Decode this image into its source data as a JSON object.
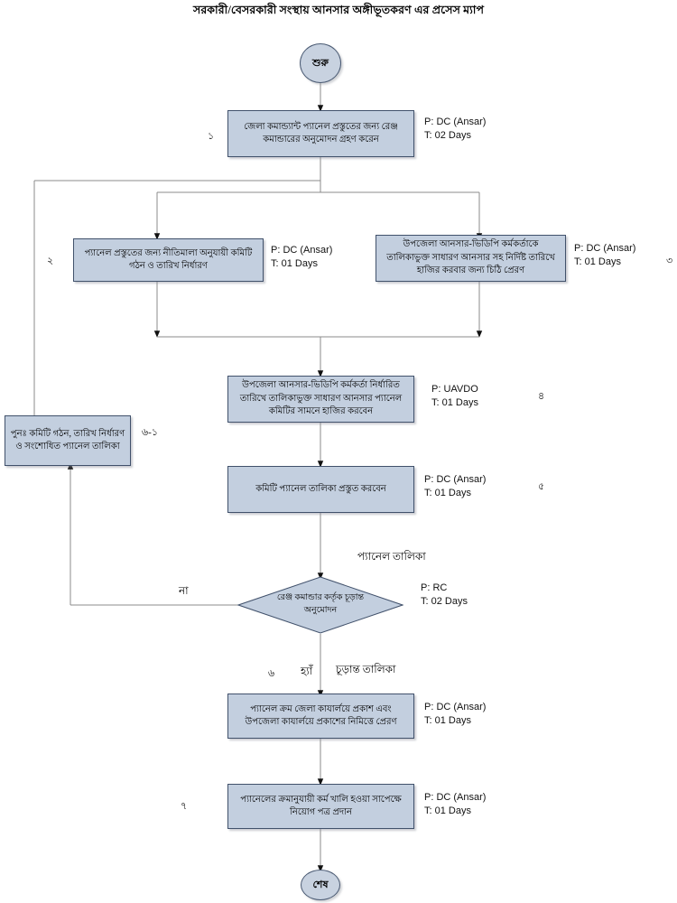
{
  "title": "সরকারী/বেসরকারী সংস্থায় আনসার অঙ্গীভূতকরণ এর প্রসেস ম্যাপ",
  "colors": {
    "node_fill": "#c3cfdf",
    "node_border": "#41516b",
    "line": "#808080",
    "text": "#000000"
  },
  "nodes": {
    "start": {
      "label": "শুরু"
    },
    "end": {
      "label": "শেষ"
    },
    "step1": {
      "label": "জেলা কমান্ড্যান্ট প্যানেল প্রস্তুতের জন্য রেঞ্জ কমান্ডারের অনুমোদন গ্রহণ করেন"
    },
    "step2": {
      "label": "প্যানেল প্রস্তুতের জন্য নীতিমালা অনুযায়ী কমিটি গঠন ও তারিখ নির্ধারণ"
    },
    "step3": {
      "label": "উপজেলা আনসার-ভিডিপি কর্মকর্তাকে তালিকাভুক্ত সাধারণ আনসার সহ নির্দিষ্ট তারিখে হাজির করবার জন্য চিঠি প্রেরণ"
    },
    "step4": {
      "label": "উপজেলা আনসার-ভিডিপি কর্মকর্তা নির্ধারিত তারিখে তালিকাভুক্ত সাধারণ আনসার প্যানেল কমিটির সামনে হাজির করবেন"
    },
    "step5": {
      "label": "কমিটি প্যানেল তালিকা প্রস্তুত করবেন"
    },
    "step6_1": {
      "label": "পুনঃ  কমিটি গঠন, তারিখ নির্ধারণ ও সংশোধিত প্যানেল তালিকা"
    },
    "decision": {
      "label": "রেঞ্জ কমান্ডার কর্তৃক চূড়ান্ত অনুমোদন"
    },
    "step6": {
      "label": "প্যানেল ক্রম জেলা কাযার্লয়ে প্রকাশ এবং উপজেলা কাযার্লয়ে প্রকাশের নিমিত্তে প্রেরণ"
    },
    "step7": {
      "label": "প্যানেলের ক্রমানুযায়ী কর্ম খালি হওয়া সাপেক্ষে নিয়োগ পত্র প্রদান"
    }
  },
  "meta": {
    "step1": "P: DC (Ansar)\nT: 02 Days",
    "step2": "P: DC (Ansar)\nT: 01 Days",
    "step3": "P: DC (Ansar)\nT: 01 Days",
    "step4": "P: UAVDO\nT: 01 Days",
    "step5": "P: DC (Ansar)\nT: 01 Days",
    "decision": "P: RC\nT: 02 Days",
    "step6": "P: DC (Ansar)\nT: 01 Days",
    "step7": "P: DC (Ansar)\nT: 01 Days"
  },
  "step_numbers": {
    "n1": "১",
    "n2": "২",
    "n3": "৩",
    "n4": "৪",
    "n5": "৫",
    "n6_1": "৬-১",
    "n6": "৬",
    "n7": "৭"
  },
  "edge_labels": {
    "no": "না",
    "yes": "হ্যাঁ",
    "panel_list": "প্যানেল তালিকা",
    "final_list": "চূড়ান্ত তালিকা"
  }
}
